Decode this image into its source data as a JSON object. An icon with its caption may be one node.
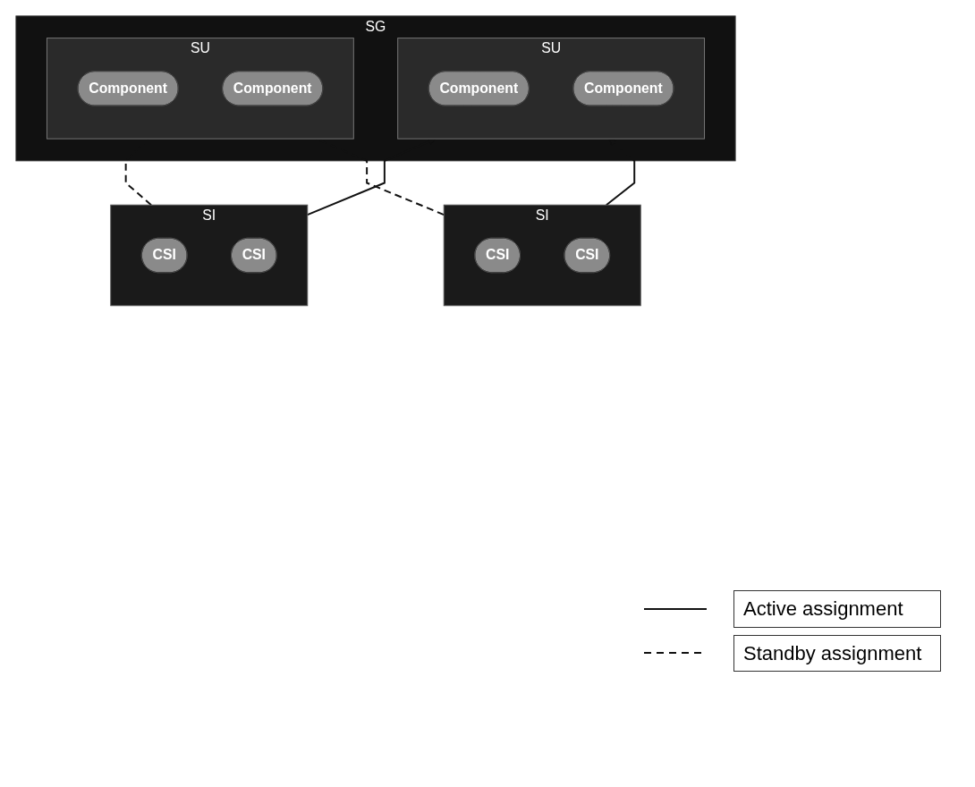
{
  "diagram": {
    "nodes": [
      {
        "text": [
          "SG"
        ]
      },
      {
        "text": [
          "SU"
        ],
        "in": 0
      },
      {
        "text": [
          "Component"
        ],
        "in": 1
      },
      {
        "text": [
          "Component"
        ],
        "in": 1
      },
      {
        "text": [
          "SU"
        ],
        "in": 0
      },
      {
        "text": [
          "Component"
        ],
        "in": 4
      },
      {
        "text": [
          "Component"
        ],
        "in": 4
      },
      {
        "text": [
          "SI"
        ]
      },
      {
        "text": [
          "CSI"
        ],
        "in": 7
      },
      {
        "text": [
          "CSI"
        ],
        "in": 7
      },
      {
        "text": [
          "SI"
        ]
      },
      {
        "text": [
          "CSI"
        ],
        "in": 10
      },
      {
        "text": [
          "CSI"
        ],
        "in": 10
      }
    ],
    "edges": [
      {
        "from": 7,
        "to": 1,
        "arrow": "to"
      },
      {
        "from": 10,
        "to": 1,
        "arrow": "to"
      },
      {
        "from": 7,
        "to": 4,
        "arrow": "none",
        "style": "dashed"
      },
      {
        "from": 10,
        "to": 4,
        "arrow": "none",
        "style": "dashed"
      }
    ],
    "legend": [
      {
        "text": "Active assignment"
      },
      {
        "text": "Standby assignment"
      }
    ]
  }
}
